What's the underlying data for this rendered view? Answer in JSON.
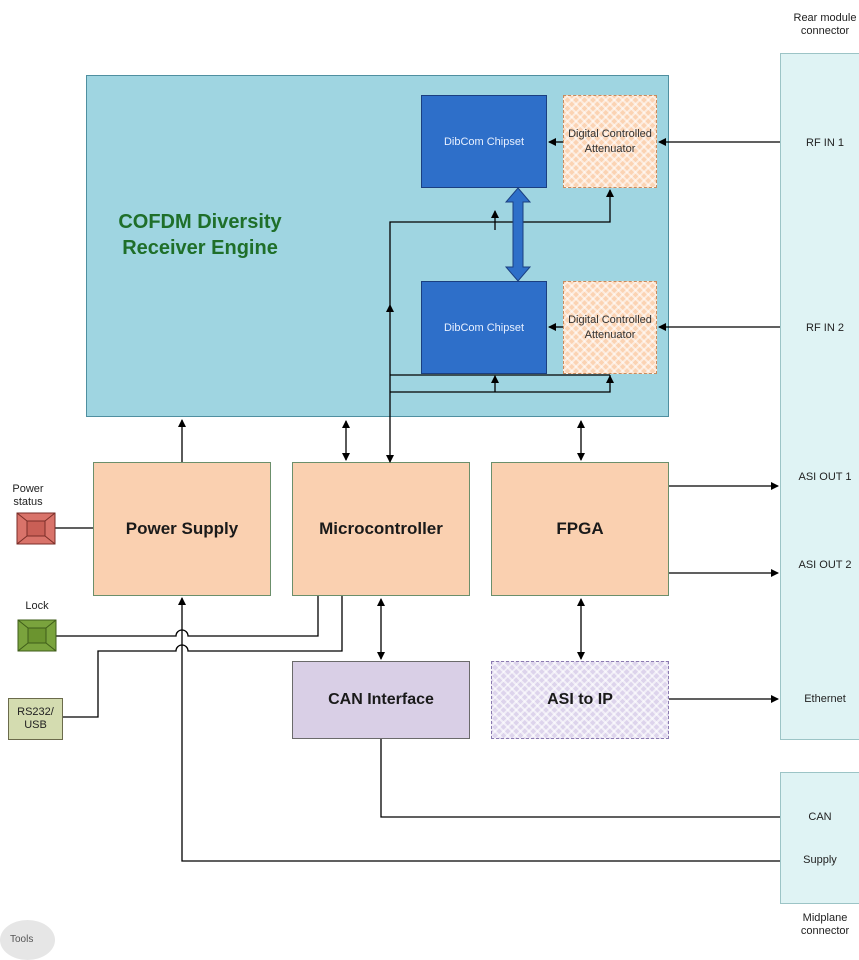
{
  "engine": {
    "title": "COFDM Diversity Receiver Engine"
  },
  "chips": {
    "chip1": "DibCom Chipset",
    "chip2": "DibCom Chipset"
  },
  "attenuators": {
    "att1": "Digital Controlled Attenuator",
    "att2": "Digital Controlled Attenuator"
  },
  "blocks": {
    "power_supply": "Power Supply",
    "microcontroller": "Microcontroller",
    "fpga": "FPGA",
    "can_interface": "CAN Interface",
    "asi_to_ip": "ASI to IP"
  },
  "left_connectors": {
    "power_status": "Power status",
    "lock": "Lock",
    "rs232": "RS232/ USB"
  },
  "rear_module": {
    "title": "Rear module connector",
    "ports": {
      "rf_in_1": "RF IN 1",
      "rf_in_2": "RF IN 2",
      "asi_out_1": "ASI OUT 1",
      "asi_out_2": "ASI OUT 2",
      "ethernet": "Ethernet"
    }
  },
  "midplane": {
    "title": "Midplane connector",
    "ports": {
      "can": "CAN",
      "supply": "Supply"
    }
  },
  "colors": {
    "engine_bg": "#9fd5e1",
    "chip_blue": "#2e6fc9",
    "block_peach": "#fad0b0",
    "can_lavender": "#d9cfe6",
    "connector_bg": "#dff3f4",
    "power_led": "#d9736a",
    "lock_led": "#7aa33d"
  },
  "icons": {
    "power_status": "power-led-icon",
    "lock": "lock-led-icon"
  },
  "badge": {
    "text": "Tools"
  }
}
